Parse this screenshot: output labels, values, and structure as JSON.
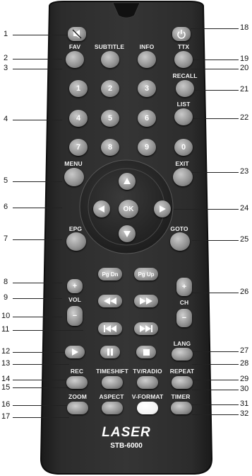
{
  "remote": {
    "brand": "LASER",
    "model": "STB-6000",
    "labels": {
      "fav": "FAV",
      "subtitle": "SUBTITLE",
      "info": "INFO",
      "ttx": "TTX",
      "recall": "RECALL",
      "list": "LIST",
      "menu": "MENU",
      "exit": "EXIT",
      "epg": "EPG",
      "goto": "GOTO",
      "vol": "VOL",
      "ch": "CH",
      "lang": "LANG",
      "rec": "REC",
      "timeshift": "TIMESHIFT",
      "tvradio": "TV/RADIO",
      "repeat": "REPEAT",
      "zoom": "ZOOM",
      "aspect": "ASPECT",
      "vformat": "V-FORMAT",
      "timer": "TIMER"
    },
    "numbers": [
      "1",
      "2",
      "3",
      "4",
      "5",
      "6",
      "7",
      "8",
      "9",
      "0"
    ],
    "ok": "OK",
    "pgdn": "Pg Dn",
    "pgup": "Pg Up",
    "plus": "+",
    "minus": "−",
    "icons": {
      "mute": "mute-icon",
      "power": "power-icon",
      "up": "arrow-up-icon",
      "down": "arrow-down-icon",
      "left": "arrow-left-icon",
      "right": "arrow-right-icon",
      "rewind": "rewind-icon",
      "fastforward": "fast-forward-icon",
      "prev": "previous-icon",
      "next": "next-icon",
      "play": "play-icon",
      "pause": "pause-icon",
      "stop": "stop-icon"
    }
  },
  "callouts": {
    "left": [
      "1",
      "2",
      "3",
      "4",
      "5",
      "6",
      "7",
      "8",
      "9",
      "10",
      "11",
      "12",
      "13",
      "14",
      "15",
      "16",
      "17"
    ],
    "right": [
      "18",
      "19",
      "20",
      "21",
      "22",
      "23",
      "24",
      "25",
      "26",
      "27",
      "28",
      "29",
      "30",
      "31",
      "32"
    ]
  }
}
